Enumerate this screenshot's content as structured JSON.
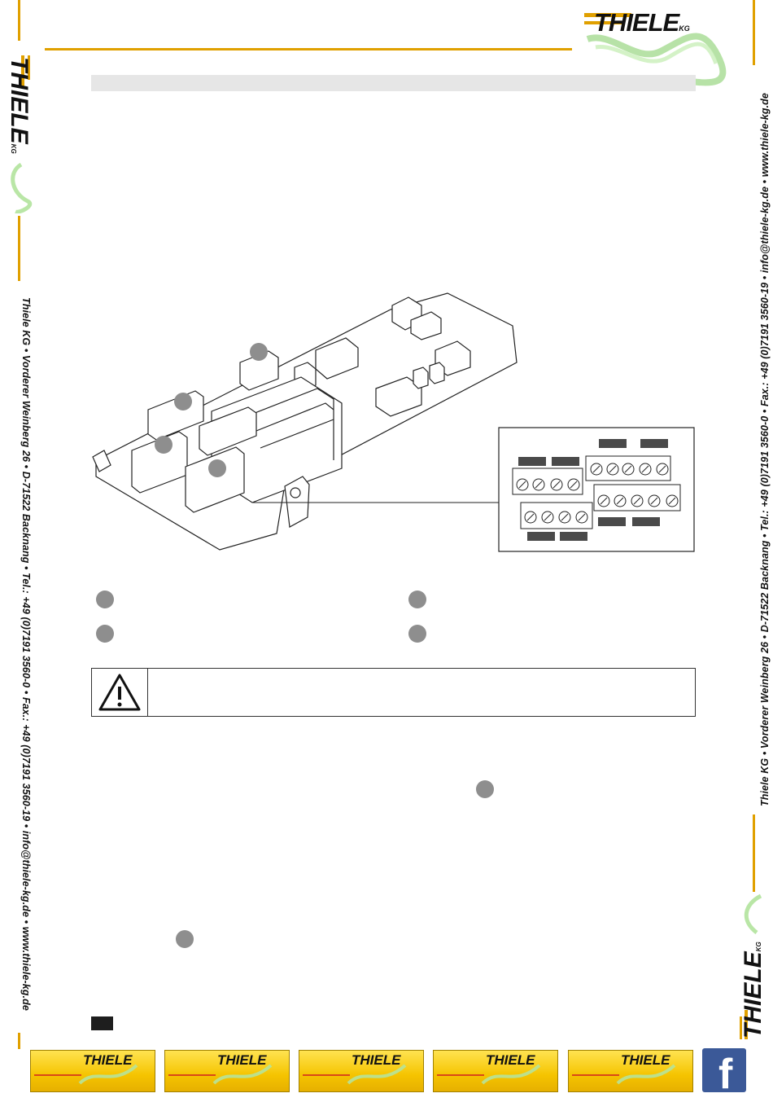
{
  "company": {
    "logo_text": "THIELE",
    "logo_suffix": "KG",
    "contact_line": "Thiele KG • Vorderer Weinberg 26 • D-71522 Backnang • Tel.: +49 (0)7191 3560-0 • Fax.: +49 (0)7191 3560-19 • info@thiele-kg.de • www.thiele-kg.de"
  },
  "colors": {
    "accent": "#e0a000",
    "footer_yellow": "#f5c400",
    "marker_gray": "#8e8e8e",
    "facebook_blue": "#3b5998"
  },
  "footer": {
    "tile_count": 5,
    "social_icon": "facebook-icon",
    "social_letter": "f"
  },
  "figure": {
    "icon": "relay-board-illustration"
  },
  "warning": {
    "icon": "warning-triangle-icon"
  }
}
